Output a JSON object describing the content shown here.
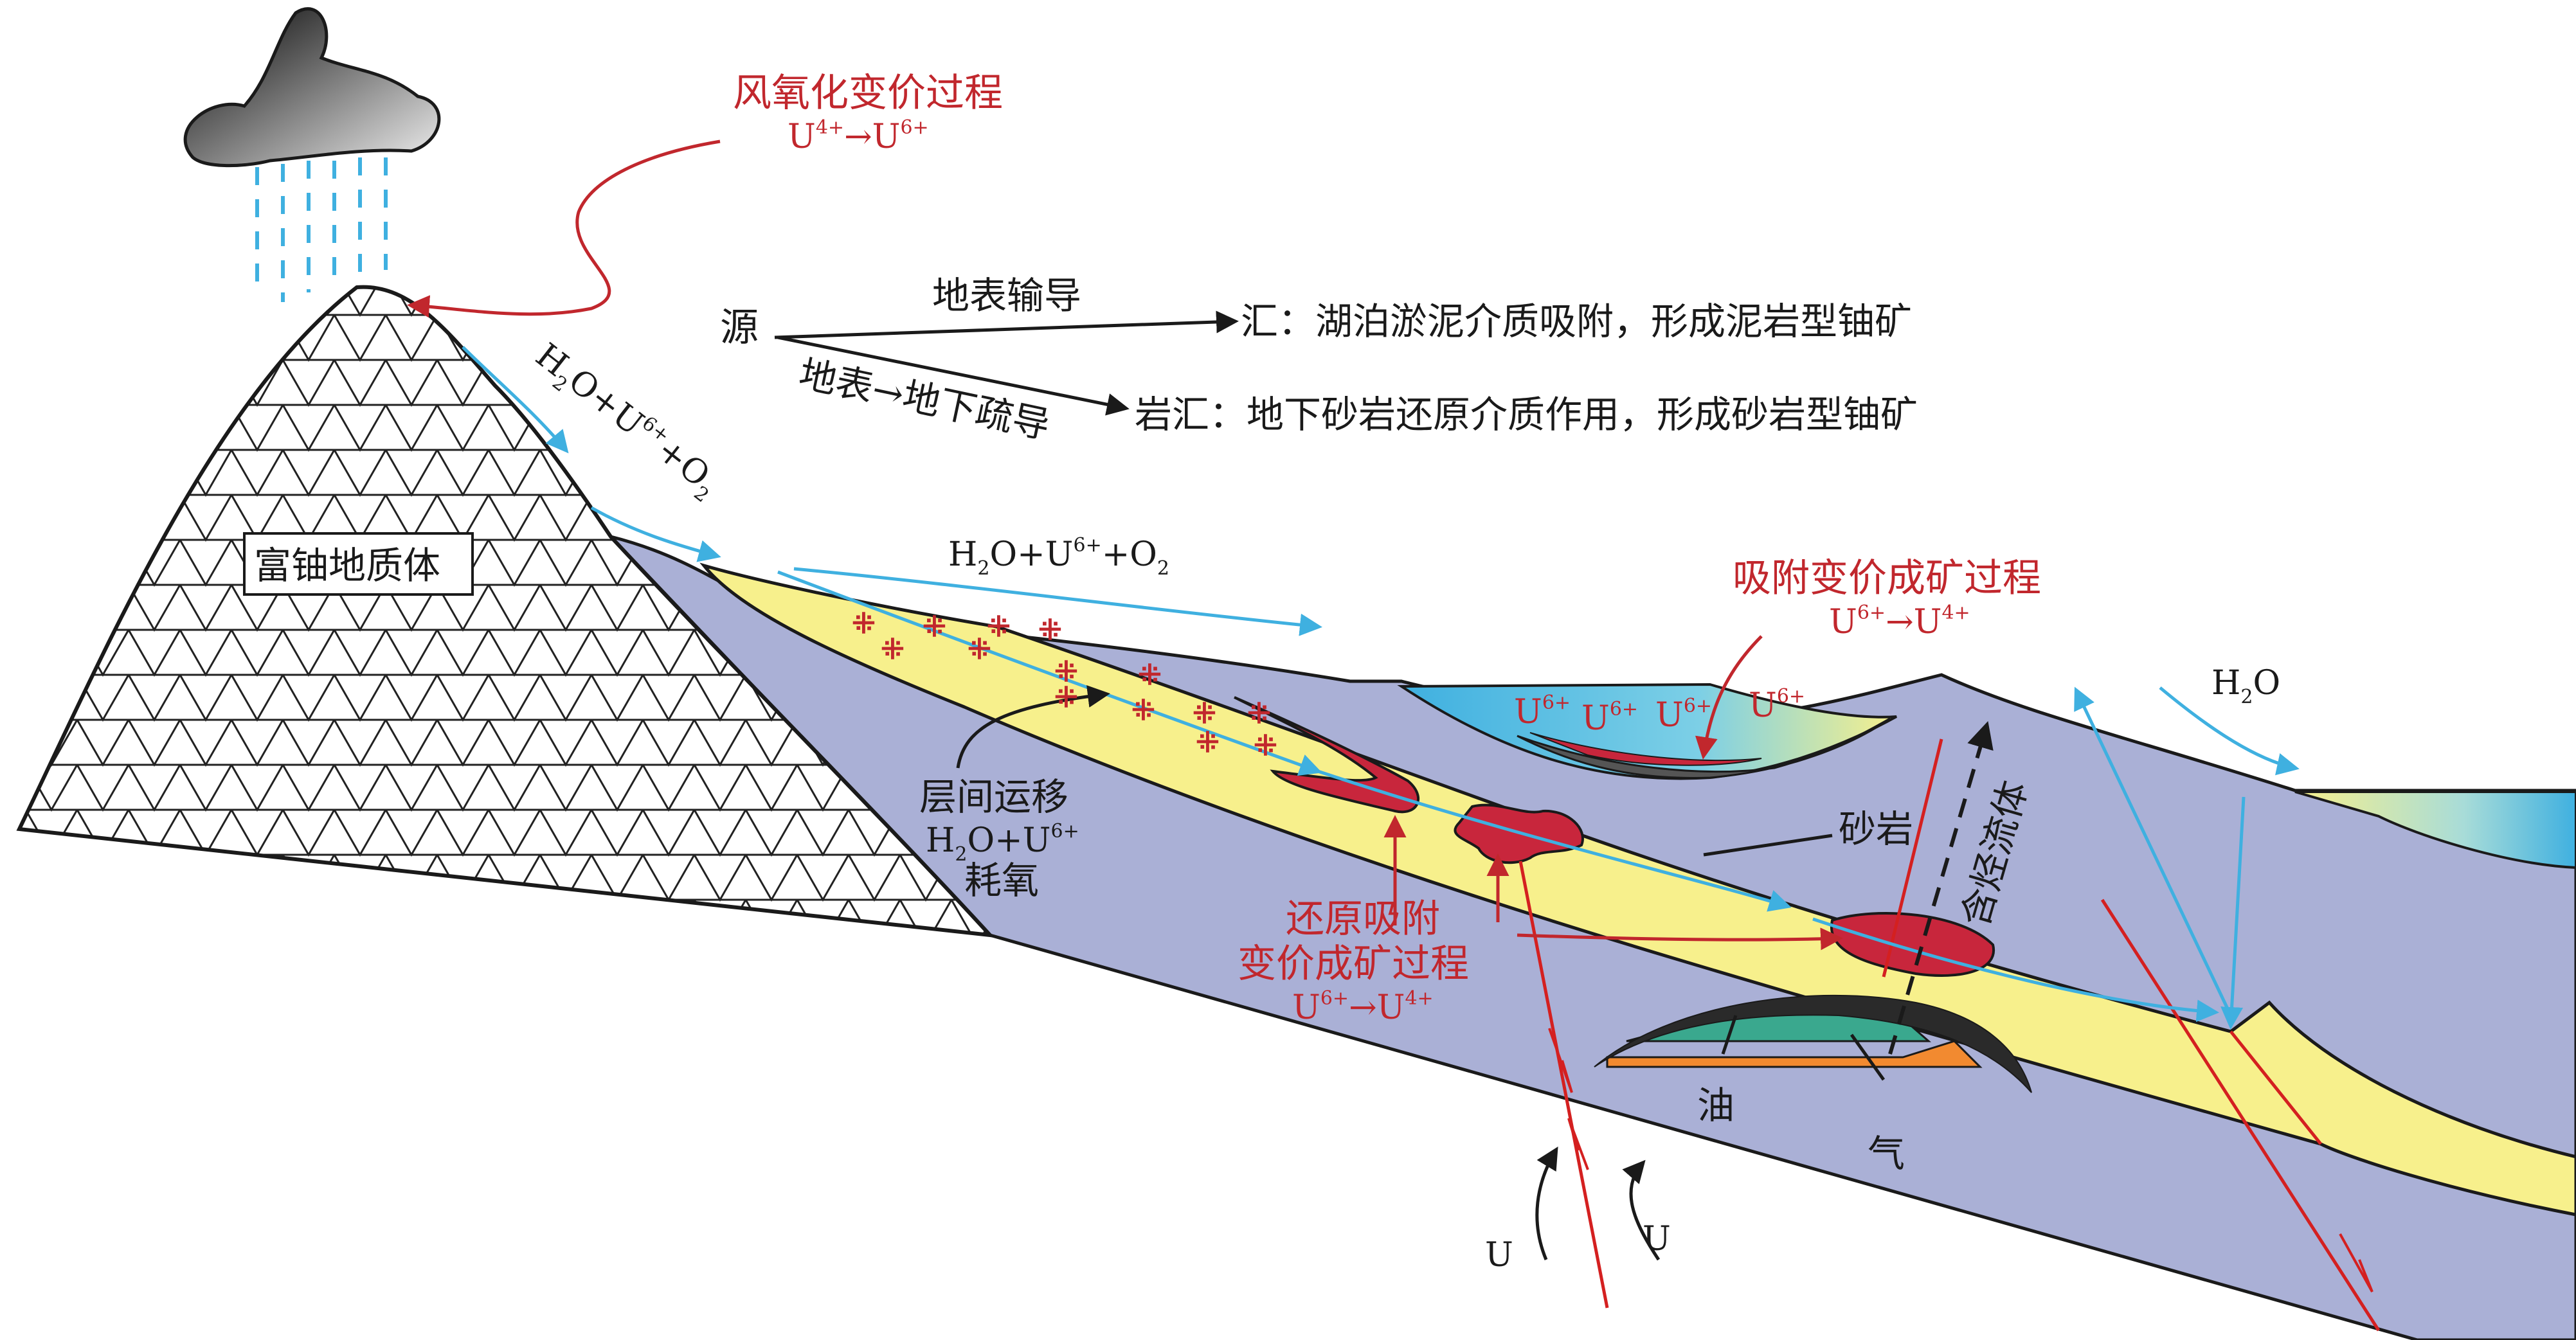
{
  "colors": {
    "accent_red": "#c1272d",
    "water_blue": "#3fb0e0",
    "sandstone_yellow": "#f7f08c",
    "host_rock_purple": "#aab0d6",
    "ore_red": "#c8263c",
    "oil_green": "#3aa88e",
    "gas_orange": "#f28a30",
    "text_black": "#1a1a1a"
  },
  "labels": {
    "weathering_title": "风氧化变价过程",
    "weathering_U_from": "U",
    "weathering_U_from_sup": "4+",
    "weathering_arrow": "→",
    "weathering_U_to": "U",
    "weathering_U_to_sup": "6+",
    "source": "源",
    "surface_transport": "地表输导",
    "sink1": "汇：湖泊淤泥介质吸附，形成泥岩型铀矿",
    "underground_transport": "地表→地下疏导",
    "sink2": "岩汇：地下砂岩还原介质作用，形成砂岩型铀矿",
    "uranium_body": "富铀地质体",
    "slope_flow_h2o_H": "H",
    "slope_flow_h2o_sub": "2",
    "slope_flow_h2o_rest": "O+U",
    "slope_flow_sup": "6+",
    "slope_flow_plus": "+O",
    "slope_flow_o_sub": "2",
    "surface_flow_H": "H",
    "surface_flow_sub": "2",
    "surface_flow_rest": "O+U",
    "surface_flow_sup": "6+",
    "surface_flow_plus": "+O",
    "surface_flow_o_sub": "2",
    "adsorption_title": "吸附变价成矿过程",
    "adsorption_U_from": "U",
    "adsorption_U_from_sup": "6+",
    "adsorption_arrow": "→",
    "adsorption_U_to": "U",
    "adsorption_U_to_sup": "4+",
    "lake_u": "U",
    "lake_u_sup": "6+",
    "h2o_right_H": "H",
    "h2o_right_sub": "2",
    "h2o_right_O": "O",
    "interlayer_1": "层间运移",
    "interlayer_2_H": "H",
    "interlayer_2_sub": "2",
    "interlayer_2_rest": "O+U",
    "interlayer_2_sup": "6+",
    "interlayer_3": "耗氧",
    "sandstone": "砂岩",
    "hydrocarbon_fluid": "含烃流体",
    "reduction_1": "还原吸附",
    "reduction_2": "变价成矿过程",
    "reduction_U_from": "U",
    "reduction_U_from_sup": "6+",
    "reduction_arrow": "→",
    "reduction_U_to": "U",
    "reduction_U_to_sup": "4+",
    "oil": "油",
    "gas": "气",
    "fault_u_left": "U",
    "fault_u_right": "U"
  }
}
